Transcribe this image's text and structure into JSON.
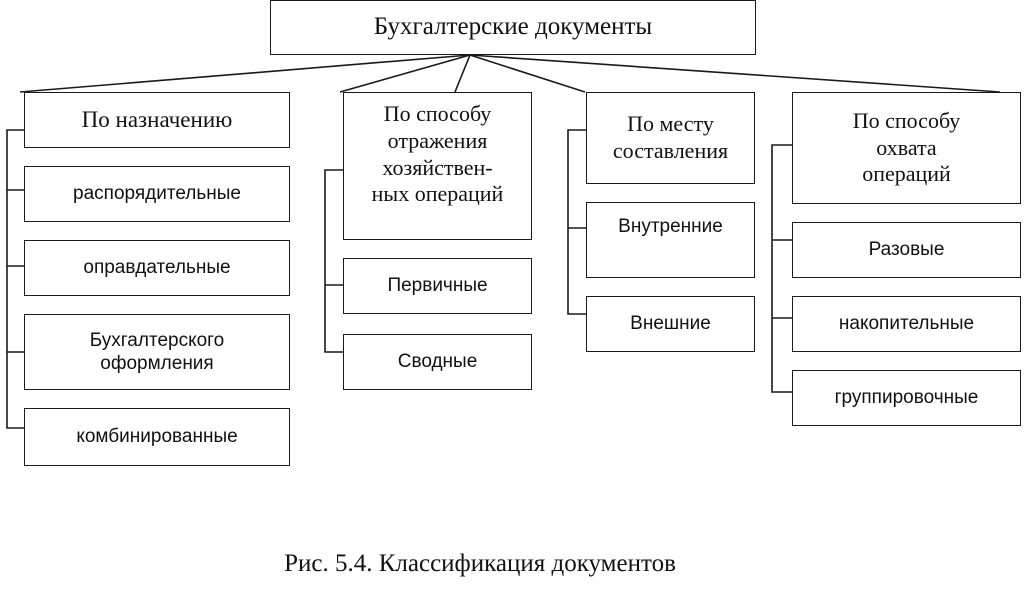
{
  "diagram": {
    "root": "Бухгалтерские документы",
    "groups": [
      {
        "title": "По назначению",
        "items": [
          "распорядительные",
          "оправдательные",
          "Бухгалтерского\nоформления",
          "комбинированные"
        ]
      },
      {
        "title": "По способу\nотражения\nхозяйствен-\nных операций",
        "items": [
          "Первичные",
          "Сводные"
        ]
      },
      {
        "title": "По месту\nсоставления",
        "items": [
          "Внутренние",
          "Внешние"
        ]
      },
      {
        "title": "По способу\nохвата\nопераций",
        "items": [
          "Разовые",
          "накопительные",
          "группировочные"
        ]
      }
    ]
  },
  "caption": "Рис. 5.4. Классификация документов"
}
